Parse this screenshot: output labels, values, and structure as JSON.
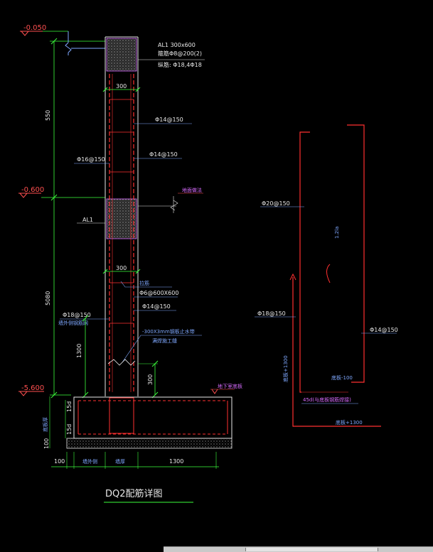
{
  "elevations": {
    "top": "-0.050",
    "middle": "-0.600",
    "bottom": "-5.600"
  },
  "dimensions": {
    "upper_height": "550",
    "lower_height": "5080",
    "wall_width_top": "300",
    "wall_width_mid": "300",
    "lap_1300": "1300",
    "step_300": "300",
    "footing_left": "100",
    "footing_right": "1300",
    "bedding": "100",
    "footing_depth_label": "底板厚",
    "anchor_15d_top": "15d",
    "anchor_15d_bottom": "15d",
    "bottom_a": "墙外侧",
    "bottom_b": "墙厚"
  },
  "beam_notes": {
    "name": "AL1 300x600",
    "stirrup": "箍筋Φ8@200(2)",
    "bars": "纵筋: Φ18,4Φ18",
    "mid_label": "AL1"
  },
  "rebar_notes": {
    "r1": "Φ14@150",
    "r2": "Φ14@150",
    "r3": "Φ16@150",
    "r4": "Φ6@600X600",
    "r5": "Φ14@150",
    "r6": "Φ18@150",
    "r6b": "墙外侧钢筋网",
    "tie_label": "拉筋",
    "waterstop_1": "-300X3mm钢板止水带",
    "waterstop_2": "满焊施工缝",
    "ground_top": "地面做法",
    "ground_bottom": "地下室底板"
  },
  "detail": {
    "left_bar": "Φ20@150",
    "left_bar_2": "Φ18@150",
    "right_bar": "Φ14@150",
    "lap_len": "1.2la",
    "vert_label": "底板+1300",
    "base_label": "底板-100",
    "anchor_note": "45d(与底板钢筋焊接)",
    "bottom_label": "底板+1300"
  },
  "title": "DQ2配筋详图"
}
